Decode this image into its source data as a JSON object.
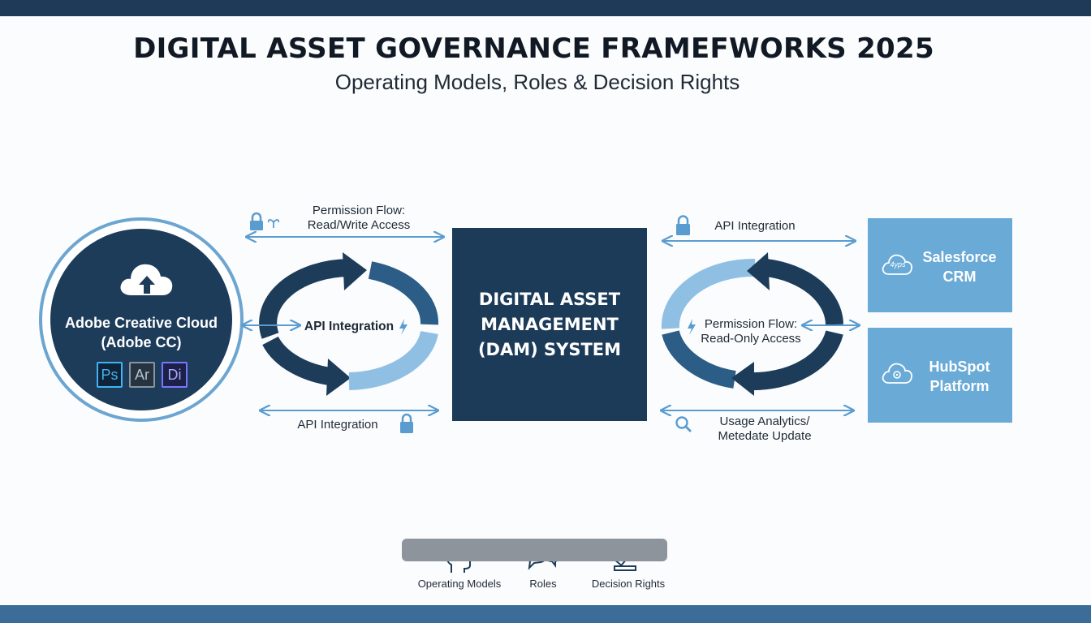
{
  "header": {
    "title": "DIGITAL ASSET GOVERNANCE FRAMEFWORKS 2025",
    "subtitle": "Operating Models, Roles & Decision Rights"
  },
  "source": {
    "name_line1": "Adobe Creative Cloud",
    "name_line2": "(Adobe CC)",
    "apps": [
      "Ps",
      "Ar",
      "Di"
    ]
  },
  "left_flows": {
    "top_line1": "Permission Flow:",
    "top_line2": "Read/Write Access",
    "middle": "API Integration",
    "bottom": "API Integration"
  },
  "dam": {
    "line1": "DIGITAL ASSET",
    "line2": "MANAGEMENT",
    "line3": "(DAM) SYSTEM"
  },
  "right_flows": {
    "top": "API Integration",
    "middle_line1": "Permission Flow:",
    "middle_line2": "Read-Only Access",
    "bottom_line1": "Usage Analytics/",
    "bottom_line2": "Metedate Update"
  },
  "platforms": [
    {
      "line1": "Salesforce",
      "line2": "CRM",
      "icon_text": "4yps"
    },
    {
      "line1": "HubSpot",
      "line2": "Platform",
      "icon_text": ""
    }
  ],
  "legend": {
    "items": [
      "Operating Models",
      "Roles",
      "Decision Rights"
    ]
  },
  "colors": {
    "navy": "#1d3c5a",
    "light_blue": "#6aaad6",
    "arrow_blue": "#5a9cd0",
    "banner_top": "#1e3a58",
    "banner_bottom": "#3c6c98"
  }
}
